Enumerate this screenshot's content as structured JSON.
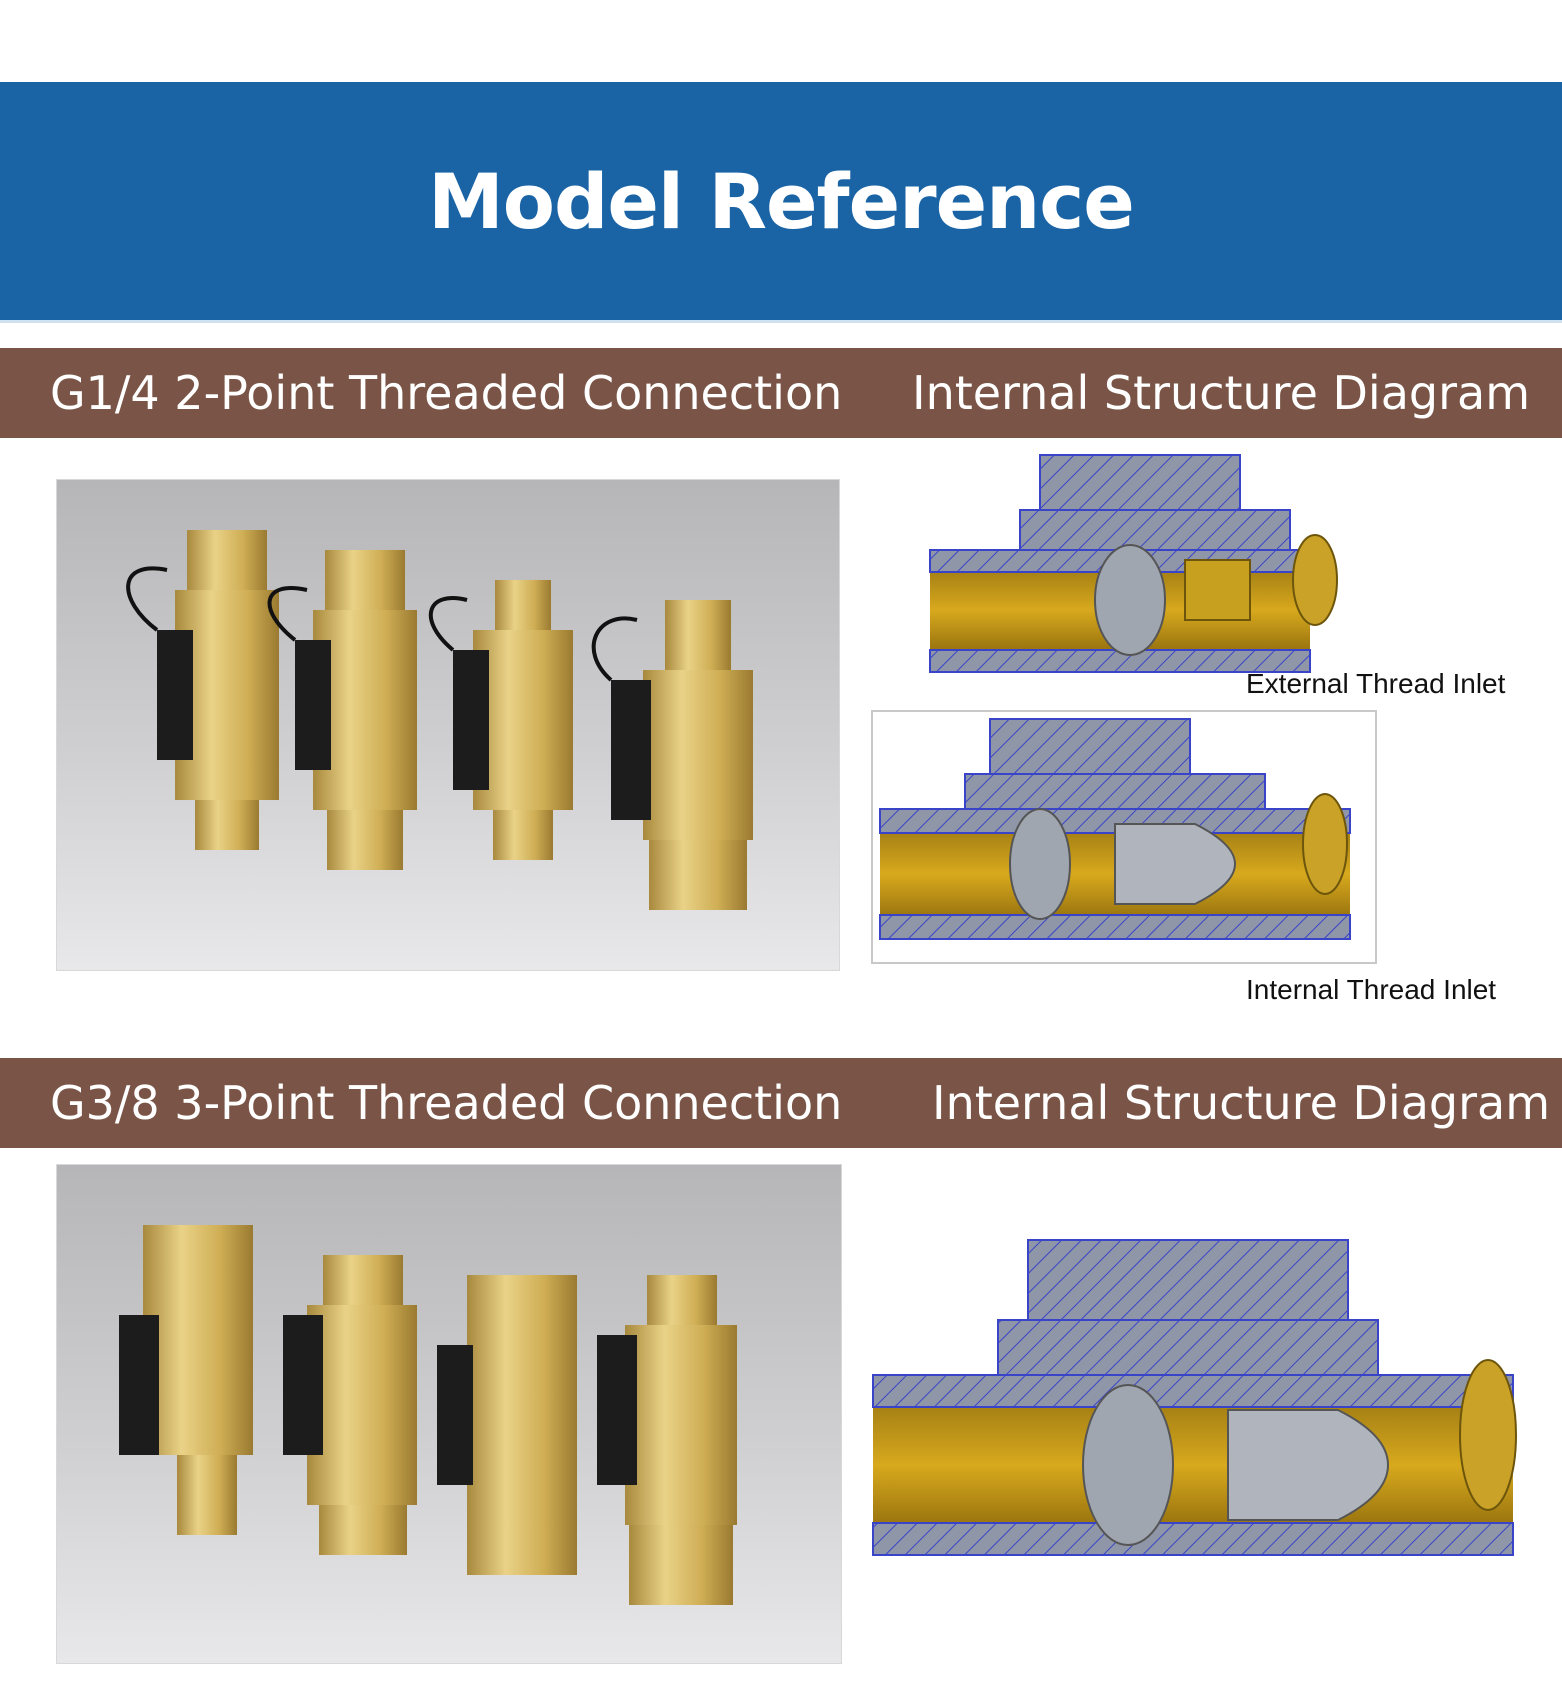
{
  "header": {
    "title": "Model Reference"
  },
  "section_g14": {
    "left_label": "G1/4 2-Point Threaded Connection",
    "right_label": "Internal Structure Diagram",
    "caption_external": "External Thread Inlet",
    "caption_internal": "Internal Thread Inlet"
  },
  "section_g38": {
    "left_label": "G3/8 3-Point Threaded Connection",
    "right_label": "Internal Structure Diagram"
  },
  "colors": {
    "banner": "#1a64a6",
    "section_band": "#7a5547",
    "brass": "#d6b45a",
    "section_hatch": "#3a44c8"
  }
}
